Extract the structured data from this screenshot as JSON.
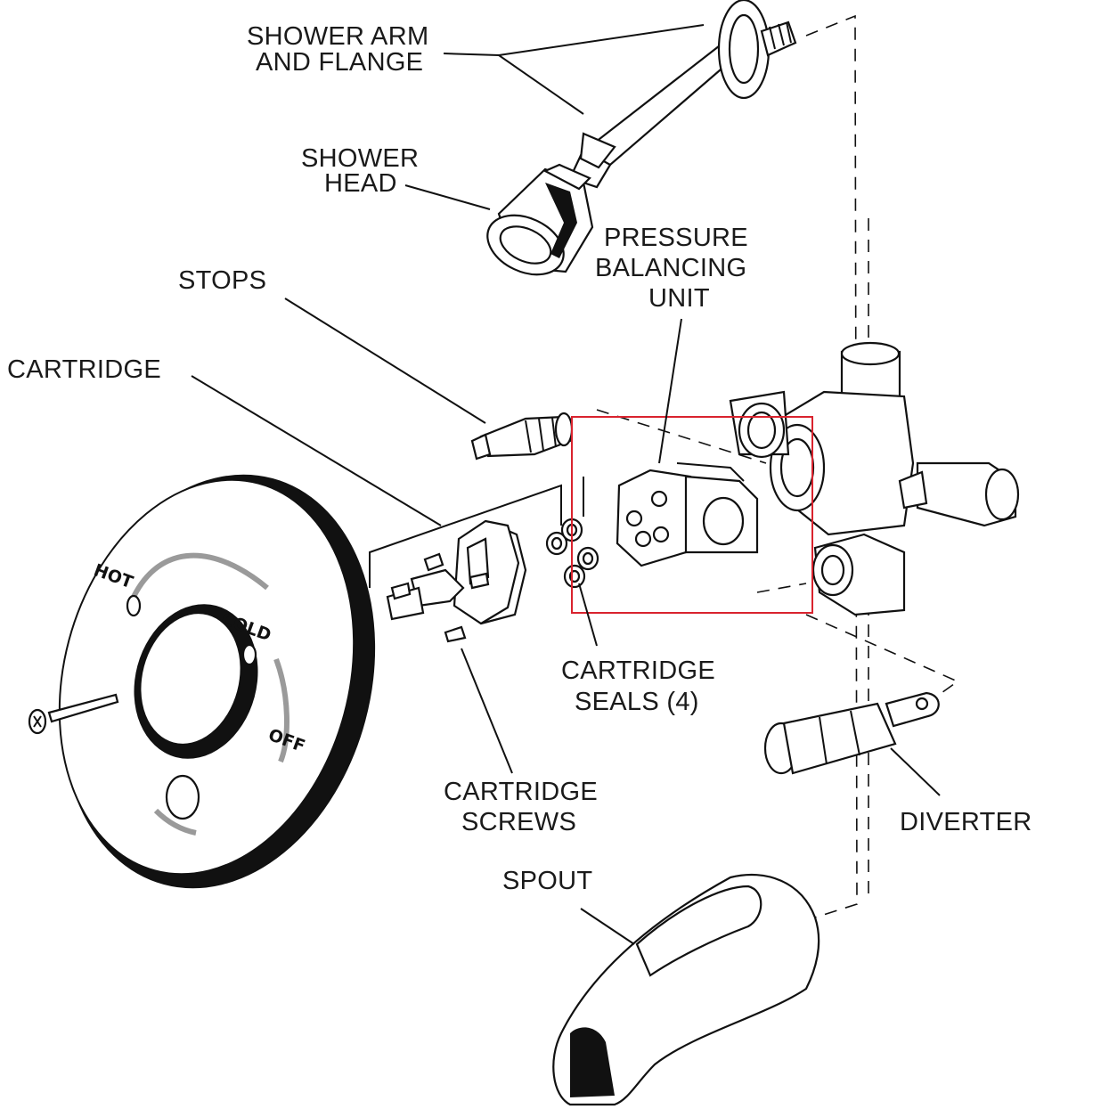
{
  "labels": {
    "shower_arm_1": "SHOWER ARM",
    "shower_arm_2": "AND FLANGE",
    "shower_head_1": "SHOWER",
    "shower_head_2": "HEAD",
    "pressure_1": "PRESSURE",
    "pressure_2": "BALANCING",
    "pressure_3": "UNIT",
    "stops": "STOPS",
    "cartridge": "CARTRIDGE",
    "cartridge_seals_1": "CARTRIDGE",
    "cartridge_seals_2": "SEALS (4)",
    "cartridge_screws_1": "CARTRIDGE",
    "cartridge_screws_2": "SCREWS",
    "diverter": "DIVERTER",
    "spout": "SPOUT"
  },
  "dial_labels": {
    "hot": "HOT",
    "cold": "COLD",
    "off": "OFF"
  },
  "colors": {
    "line": "#111111",
    "highlight_box": "#d9232e",
    "dial_arc": "#9a9a9a"
  }
}
